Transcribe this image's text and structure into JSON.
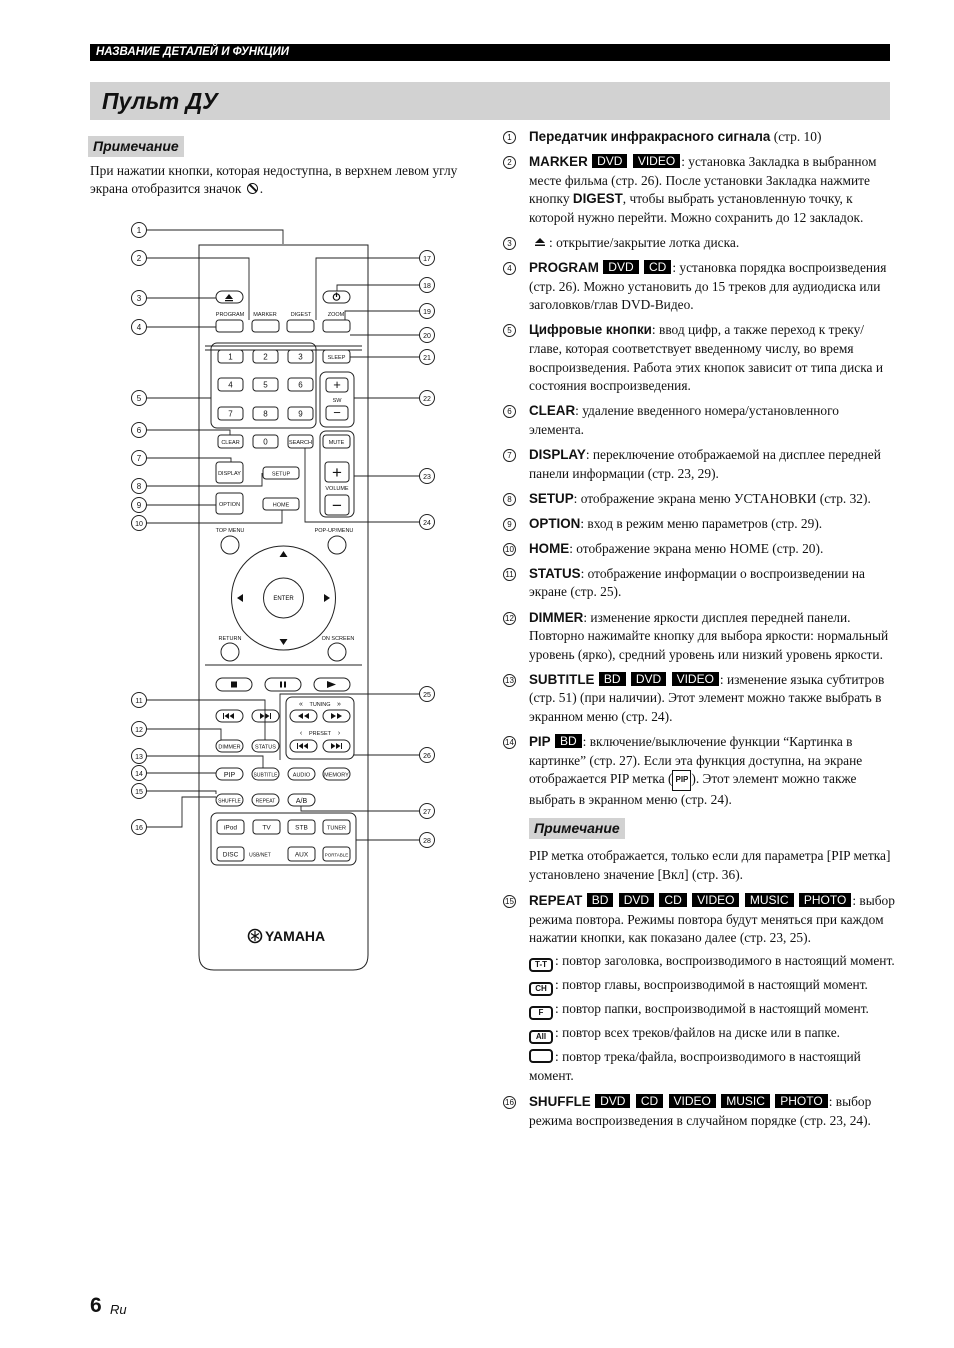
{
  "section": "НАЗВАНИЕ ДЕТАЛЕЙ И ФУНКЦИИ",
  "title": "Пульт ДУ",
  "note_heading": "Примечание",
  "note_text_1": "При нажатии кнопки, которая недоступна, в верхнем левом углу экрана отобразится значок",
  "note_text_2": ".",
  "remote": {
    "program": "PROGRAM",
    "marker": "MARKER",
    "digest": "DIGEST",
    "zoom": "ZOOM",
    "sleep": "SLEEP",
    "sw": "SW",
    "clear": "CLEAR",
    "search": "SEARCH",
    "mute": "MUTE",
    "display": "DISPLAY",
    "setup": "SETUP",
    "volume": "VOLUME",
    "option": "OPTION",
    "home": "HOME",
    "top_menu": "TOP MENU",
    "popup_menu": "POP-UP/MENU",
    "enter": "ENTER",
    "return": "RETURN",
    "on_screen": "ON SCREEN",
    "tuning": "TUNING",
    "preset": "PRESET",
    "dimmer": "DIMMER",
    "status": "STATUS",
    "pip": "PIP",
    "subtitle": "SUBTITLE",
    "audio": "AUDIO",
    "memory": "MEMORY",
    "shuffle": "SHUFFLE",
    "repeat": "REPEAT",
    "ab": "A/B",
    "ipod": "iPod",
    "tv": "TV",
    "stb": "STB",
    "tuner": "TUNER",
    "disc": "DISC",
    "usbnet": "USB/NET",
    "aux": "AUX",
    "portable": "PORTABLE",
    "brand": "YAMAHA",
    "digits": [
      "1",
      "2",
      "3",
      "4",
      "5",
      "6",
      "7",
      "8",
      "9",
      "0"
    ],
    "callouts": [
      "1",
      "2",
      "3",
      "4",
      "5",
      "6",
      "7",
      "8",
      "9",
      "10",
      "11",
      "12",
      "13",
      "14",
      "15",
      "16",
      "17",
      "18",
      "19",
      "20",
      "21",
      "22",
      "23",
      "24",
      "25",
      "26",
      "27",
      "28"
    ]
  },
  "items": [
    {
      "n": "1",
      "kw": "Передатчик инфракрасного сигнала",
      "text": " (стр. 10)"
    },
    {
      "n": "2",
      "kw": "MARKER",
      "tags": [
        "DVD",
        "VIDEO"
      ],
      "text": ": установка Закладка в выбранном месте фильма (стр. 26). После установки Закладка нажмите кнопку ",
      "kw2": "DIGEST",
      "text2": ", чтобы выбрать установленную точку, к которой нужно перейти. Можно сохранить до 12 закладок."
    },
    {
      "n": "3",
      "text": ": открытие/закрытие лотка диска."
    },
    {
      "n": "4",
      "kw": "PROGRAM",
      "tags": [
        "DVD",
        "CD"
      ],
      "text": ": установка порядка воспроизведения (стр. 26). Можно установить до 15 треков для аудиодиска или заголовков/глав DVD-Видео."
    },
    {
      "n": "5",
      "kw": "Цифровые кнопки",
      "text": ": ввод цифр, а также переход к треку/главе, которая соответствует введенному числу, во время воспроизведения. Работа этих кнопок зависит от типа диска и состояния воспроизведения."
    },
    {
      "n": "6",
      "kw": "CLEAR",
      "text": ": удаление введенного номера/установленного элемента."
    },
    {
      "n": "7",
      "kw": "DISPLAY",
      "text": ": переключение отображаемой на дисплее передней панели информации (стр. 23, 29)."
    },
    {
      "n": "8",
      "kw": "SETUP",
      "text": ": отображение экрана меню УСТАНОВКИ (стр. 32)."
    },
    {
      "n": "9",
      "kw": "OPTION",
      "text": ": вход в режим меню параметров (стр. 29)."
    },
    {
      "n": "10",
      "kw": "HOME",
      "text": ": отображение экрана меню HOME (стр. 20)."
    },
    {
      "n": "11",
      "kw": "STATUS",
      "text": ": отображение информации о воспроизведении на экране (стр. 25)."
    },
    {
      "n": "12",
      "kw": "DIMMER",
      "text": ": изменение яркости дисплея передней панели. Повторно нажимайте кнопку для выбора яркости: нормальный уровень (ярко), средний уровень или низкий уровень яркости."
    },
    {
      "n": "13",
      "kw": "SUBTITLE",
      "tags": [
        "BD",
        "DVD",
        "VIDEO"
      ],
      "text": ": изменение языка субтитров (стр. 51) (при наличии). Этот элемент можно также выбрать в экранном меню (стр. 24)."
    },
    {
      "n": "14",
      "kw": "PIP",
      "tags": [
        "BD"
      ],
      "text": ": включение/выключение функции “Картинка в картинке” (стр. 27). Если эта функция доступна, на экране отображается PIP метка (",
      "icon": "PIP",
      "text2": "). Этот элемент можно также выбрать в экранном меню (стр. 24)."
    },
    {
      "n": "15",
      "kw": "REPEAT",
      "tags": [
        "BD",
        "DVD",
        "CD",
        "VIDEO",
        "MUSIC",
        "PHOTO"
      ],
      "text": ": выбор режима повтора. Режимы повтора будут меняться при каждом нажатии кнопки, как показано далее (стр. 23, 25)."
    },
    {
      "n": "16",
      "kw": "SHUFFLE",
      "tags": [
        "DVD",
        "CD",
        "VIDEO",
        "MUSIC",
        "PHOTO"
      ],
      "text": ": выбор режима воспроизведения в случайном порядке (стр. 23, 24)."
    }
  ],
  "note2_heading": "Примечание",
  "note2_text": "PIP метка отображается, только если для параметра [PIP метка] установлено значение [Вкл] (стр. 36).",
  "repeat_modes": [
    {
      "icon": "T-T",
      "text": ": повтор заголовка, воспроизводимого в настоящий момент."
    },
    {
      "icon": "CH",
      "text": ": повтор главы, воспроизводимой в настоящий момент."
    },
    {
      "icon": "F",
      "text": ": повтор папки, воспроизводимой в настоящий момент."
    },
    {
      "icon": "All",
      "text": ": повтор всех треков/файлов на диске или в папке."
    },
    {
      "icon": "",
      "text": ": повтор трека/файла, воспроизводимого в настоящий момент."
    }
  ],
  "page_number": "6",
  "page_lang": "Ru"
}
